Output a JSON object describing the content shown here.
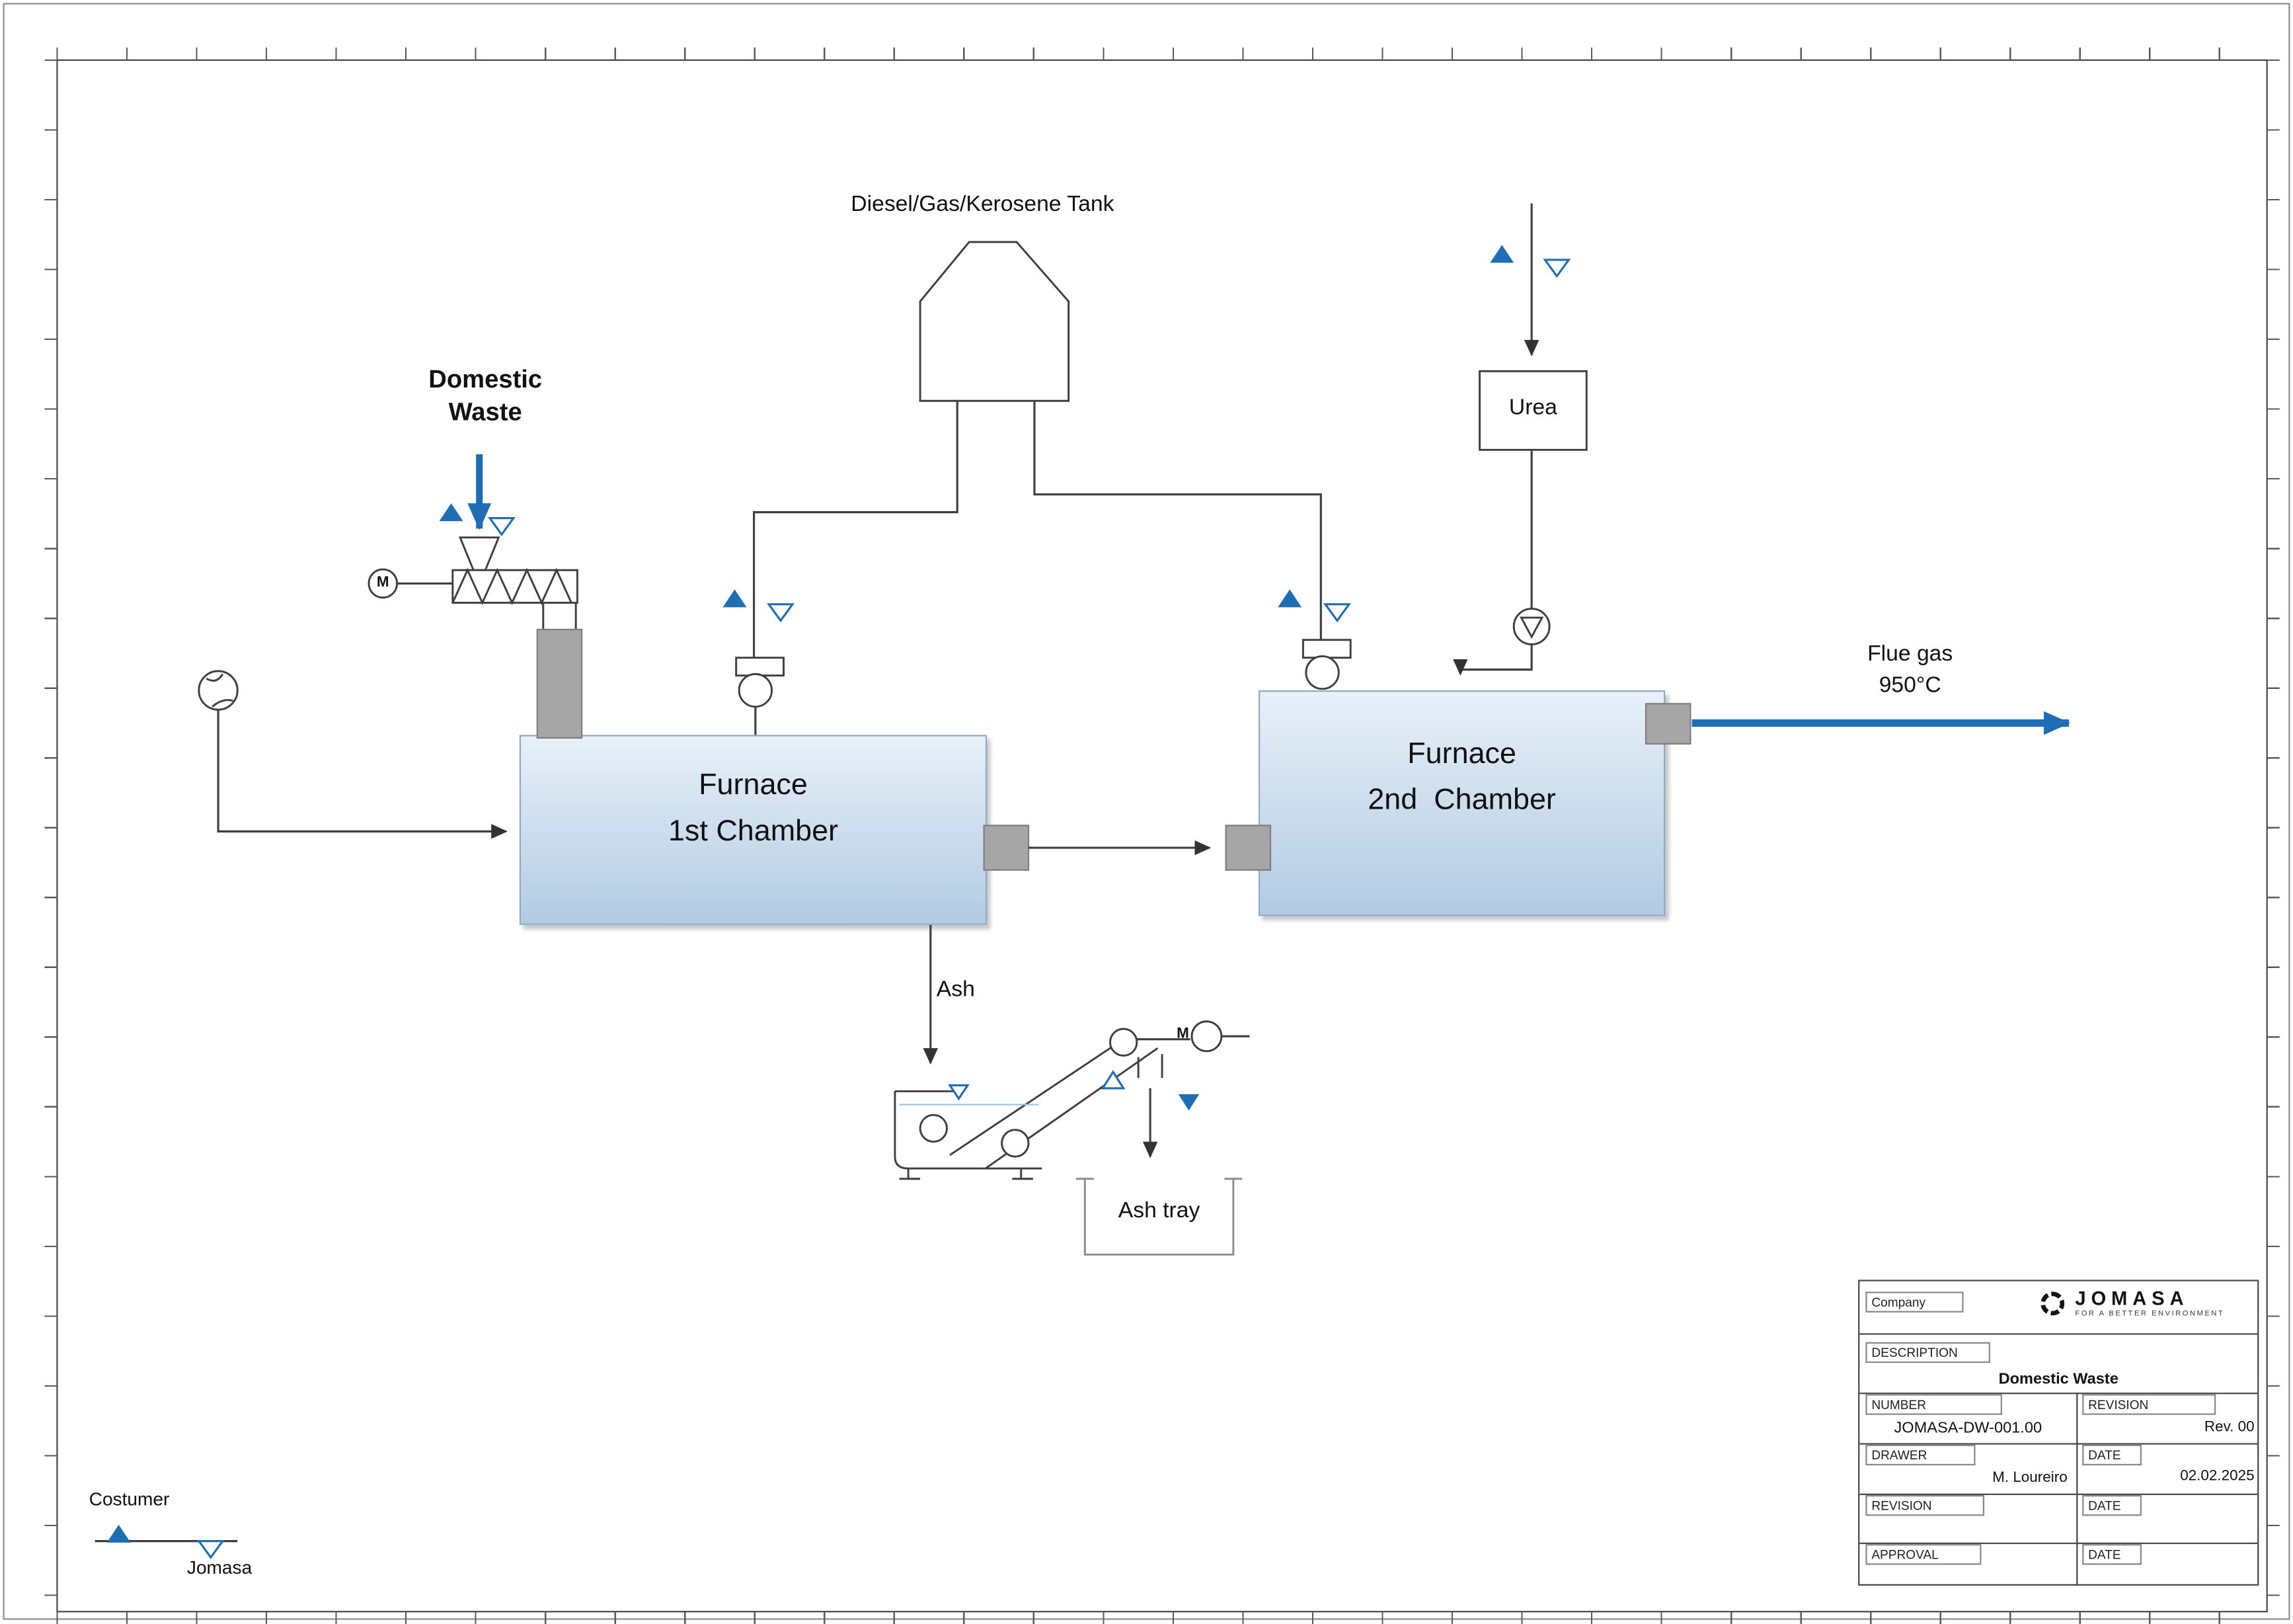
{
  "colors": {
    "accent_blue": "#1f6eb5",
    "furnace_light": "#e8f0f8",
    "furnace_dark": "#b2cbe3",
    "connector_gray": "#a6a6a6",
    "line_dark": "#3f3f3f"
  },
  "diagram": {
    "tank_label": "Diesel/Gas/Kerosene Tank",
    "domestic_waste": {
      "line1": "Domestic",
      "line2": "Waste"
    },
    "furnace1": {
      "line1": "Furnace",
      "line2": "1st Chamber"
    },
    "furnace2": {
      "line1": "Furnace",
      "line2": "2nd  Chamber"
    },
    "urea_label": "Urea",
    "flue_gas": {
      "line1": "Flue gas",
      "line2": "950°C"
    },
    "ash_label": "Ash",
    "ash_tray_label": "Ash tray",
    "motor_label": "M"
  },
  "legend": {
    "customer": "Costumer",
    "jomasa": "Jomasa"
  },
  "icons": {
    "motor": "M-in-circle",
    "fan": "blower-circle",
    "pump": "circle-with-triangle",
    "scope_marker_customer": "filled-blue-triangle",
    "scope_marker_jomasa": "outline-blue-triangle"
  },
  "title_block": {
    "company_label": "Company",
    "logo_text": "JOMASA",
    "logo_tagline": "FOR A BETTER ENVIRONMENT",
    "description_label": "DESCRIPTION",
    "description_value": "Domestic Waste",
    "number_label": "NUMBER",
    "number_value": "JOMASA-DW-001.00",
    "revision_label": "REVISION",
    "revision_value": "Rev. 00",
    "drawer_label": "DRAWER",
    "drawer_value": "M. Loureiro",
    "date_label": "DATE",
    "date_value": "02.02.2025",
    "revision2_label": "REVISION",
    "date2_label": "DATE",
    "approval_label": "APPROVAL",
    "date3_label": "DATE"
  }
}
